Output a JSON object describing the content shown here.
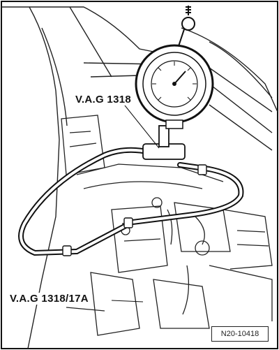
{
  "labels": {
    "tester": "V.A.G 1318",
    "adapter": "V.A.G 1318/17A"
  },
  "figure_ref": "N20-10418",
  "colors": {
    "line": "#111111",
    "background": "#ffffff"
  },
  "icons": [
    "pressure-gauge-icon",
    "hook-icon",
    "hose-icon",
    "t-fitting-icon"
  ]
}
